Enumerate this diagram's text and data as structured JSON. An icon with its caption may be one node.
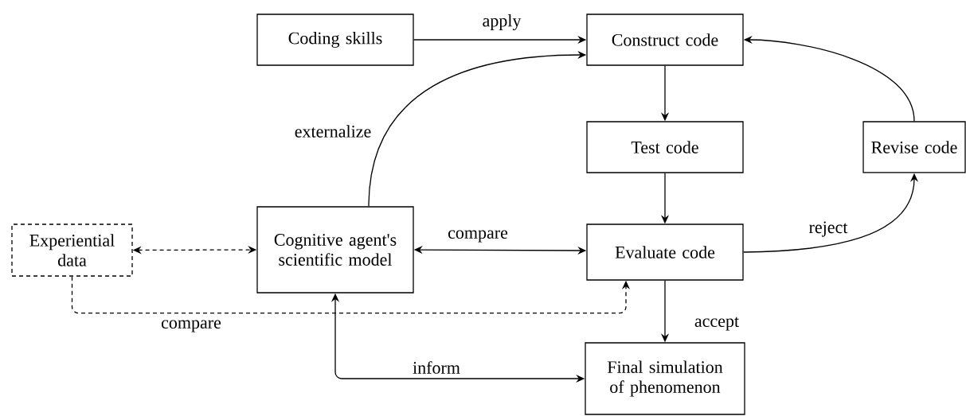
{
  "diagram": {
    "nodes": [
      {
        "text": [
          "Coding skills"
        ]
      },
      {
        "text": [
          "Construct code"
        ]
      },
      {
        "text": [
          "Test code"
        ]
      },
      {
        "text": [
          "Revise code"
        ]
      },
      {
        "text": [
          "Experiential data"
        ]
      },
      {
        "text": [
          "Cognitive agent's scientific model"
        ]
      },
      {
        "text": [
          "Evaluate code"
        ]
      },
      {
        "text": [
          "Final simulation of phenomenon"
        ]
      }
    ],
    "edges": [
      {
        "from": 0,
        "to": 1,
        "arrow": "to",
        "label": "apply"
      },
      {
        "from": 5,
        "to": 1,
        "arrow": "to",
        "label": "externalize"
      },
      {
        "from": 1,
        "to": 2,
        "arrow": "to"
      },
      {
        "from": 2,
        "to": 6,
        "arrow": "to"
      },
      {
        "from": 6,
        "to": 3,
        "arrow": "to",
        "label": "reject"
      },
      {
        "from": 3,
        "to": 1,
        "arrow": "to"
      },
      {
        "from": 4,
        "to": 5,
        "arrow": "both",
        "style": "dashed"
      },
      {
        "from": 5,
        "to": 6,
        "arrow": "both",
        "label": "compare"
      },
      {
        "from": 4,
        "to": 6,
        "arrow": "to",
        "style": "dashed",
        "label": "compare"
      },
      {
        "from": 6,
        "to": 7,
        "arrow": "to",
        "label": "accept"
      },
      {
        "from": 5,
        "to": 7,
        "arrow": "both",
        "label": "inform"
      }
    ]
  }
}
